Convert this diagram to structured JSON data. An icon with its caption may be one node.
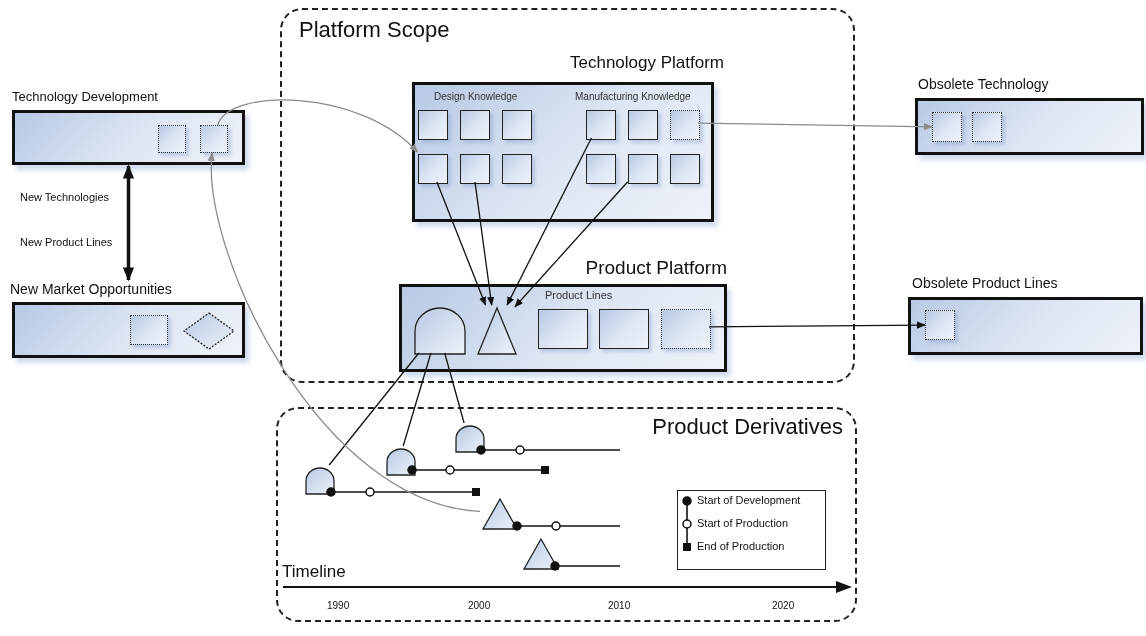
{
  "diagram": {
    "nodes": [
      {
        "text": [
          "Platform Scope"
        ]
      },
      {
        "text": [
          "Technology Platform",
          "Design Knowledge",
          "Manufacturing Knowledge"
        ],
        "in": 0
      },
      {
        "text": [],
        "shape": "box",
        "in": 1
      },
      {
        "text": [],
        "shape": "box",
        "in": 1
      },
      {
        "text": [],
        "shape": "box",
        "in": 1
      },
      {
        "text": [],
        "shape": "box",
        "in": 1
      },
      {
        "text": [],
        "shape": "box",
        "in": 1
      },
      {
        "text": [],
        "shape": "box",
        "in": 1
      },
      {
        "text": [],
        "shape": "box",
        "in": 1
      },
      {
        "text": [],
        "shape": "box",
        "in": 1
      },
      {
        "text": [],
        "shape": "box",
        "in": 1
      },
      {
        "text": [],
        "shape": "box",
        "in": 1
      },
      {
        "text": [],
        "shape": "box",
        "in": 1
      },
      {
        "text": [],
        "shape": "box",
        "in": 1
      },
      {
        "text": [
          "Product Platform",
          "Product Lines"
        ],
        "in": 0
      },
      {
        "text": [],
        "shape": "dome",
        "in": 14
      },
      {
        "text": [],
        "shape": "triangle",
        "in": 14
      },
      {
        "text": [],
        "shape": "box",
        "in": 14
      },
      {
        "text": [],
        "shape": "box",
        "in": 14
      },
      {
        "text": [],
        "shape": "box",
        "in": 14
      },
      {
        "text": [
          "Technology Development"
        ]
      },
      {
        "text": [],
        "shape": "box",
        "in": 20
      },
      {
        "text": [],
        "shape": "box",
        "in": 20
      },
      {
        "text": [
          "New Market Opportunities"
        ]
      },
      {
        "text": [],
        "shape": "box",
        "in": 23
      },
      {
        "text": [],
        "shape": "diamond",
        "in": 23
      },
      {
        "text": [
          "Obsolete Technology"
        ]
      },
      {
        "text": [],
        "shape": "box",
        "in": 26
      },
      {
        "text": [],
        "shape": "box",
        "in": 26
      },
      {
        "text": [
          "Obsolete Product Lines"
        ]
      },
      {
        "text": [],
        "shape": "box",
        "in": 29
      },
      {
        "text": [
          "Product Derivatives"
        ]
      },
      {
        "text": [],
        "shape": "dome",
        "in": 31
      },
      {
        "text": [],
        "shape": "dome",
        "in": 31
      },
      {
        "text": [],
        "shape": "dome",
        "in": 31
      },
      {
        "text": [],
        "shape": "triangle",
        "in": 31
      },
      {
        "text": [],
        "shape": "triangle",
        "in": 31
      }
    ],
    "edges": [
      {
        "from": 22,
        "to": 8,
        "arrow": "to",
        "color": "#8c8c8c"
      },
      {
        "from": 8,
        "to": 16,
        "arrow": "to"
      },
      {
        "from": 9,
        "to": 16,
        "arrow": "to"
      },
      {
        "from": 5,
        "to": 16,
        "arrow": "to"
      },
      {
        "from": 12,
        "to": 16,
        "arrow": "to"
      },
      {
        "from": 7,
        "to": 27,
        "arrow": "to",
        "color": "#8c8c8c"
      },
      {
        "from": 19,
        "to": 30,
        "arrow": "to"
      },
      {
        "from": 15,
        "to": 32,
        "arrow": "none"
      },
      {
        "from": 15,
        "to": 33,
        "arrow": "none"
      },
      {
        "from": 15,
        "to": 34,
        "arrow": "none"
      },
      {
        "from": 35,
        "to": 22,
        "arrow": "to",
        "color": "#8c8c8c"
      },
      {
        "from": 20,
        "to": 23,
        "arrow": "both",
        "style": "thick"
      }
    ],
    "labels": [
      "New Technologies",
      "New Product Lines",
      "Timeline",
      "1990",
      "2000",
      "2010",
      "2020"
    ],
    "legend": [
      {
        "text": "Start of Development"
      },
      {
        "text": "Start of Production"
      },
      {
        "text": "End of Production"
      }
    ]
  }
}
